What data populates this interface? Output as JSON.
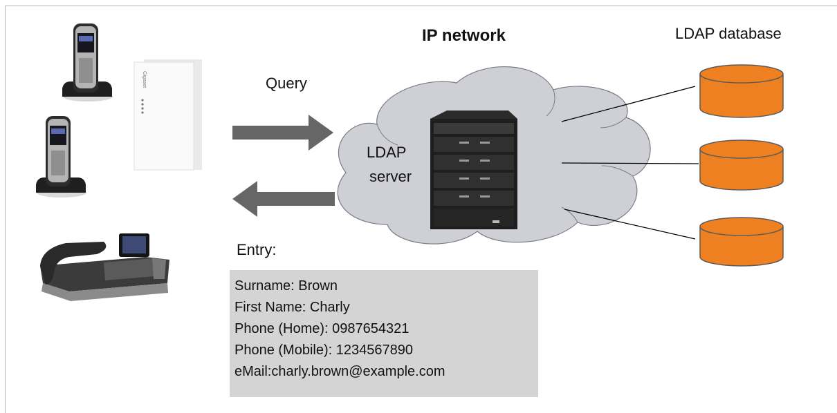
{
  "titles": {
    "ip_network": "IP network",
    "ldap_database": "LDAP database"
  },
  "flow": {
    "query_label": "Query"
  },
  "server": {
    "label_line1": "LDAP",
    "label_line2": "server"
  },
  "entry": {
    "title": "Entry:",
    "lines": [
      "Surname: Brown",
      "First Name: Charly",
      "Phone (Home): 0987654321",
      "Phone (Mobile): 1234567890",
      "eMail:charly.brown@example.com"
    ]
  },
  "device_brand": "Gigaset",
  "colors": {
    "database_fill": "#ee8022",
    "cloud_fill": "#cfcfd6",
    "arrow": "#666666",
    "entry_box": "#d4d4d4"
  }
}
